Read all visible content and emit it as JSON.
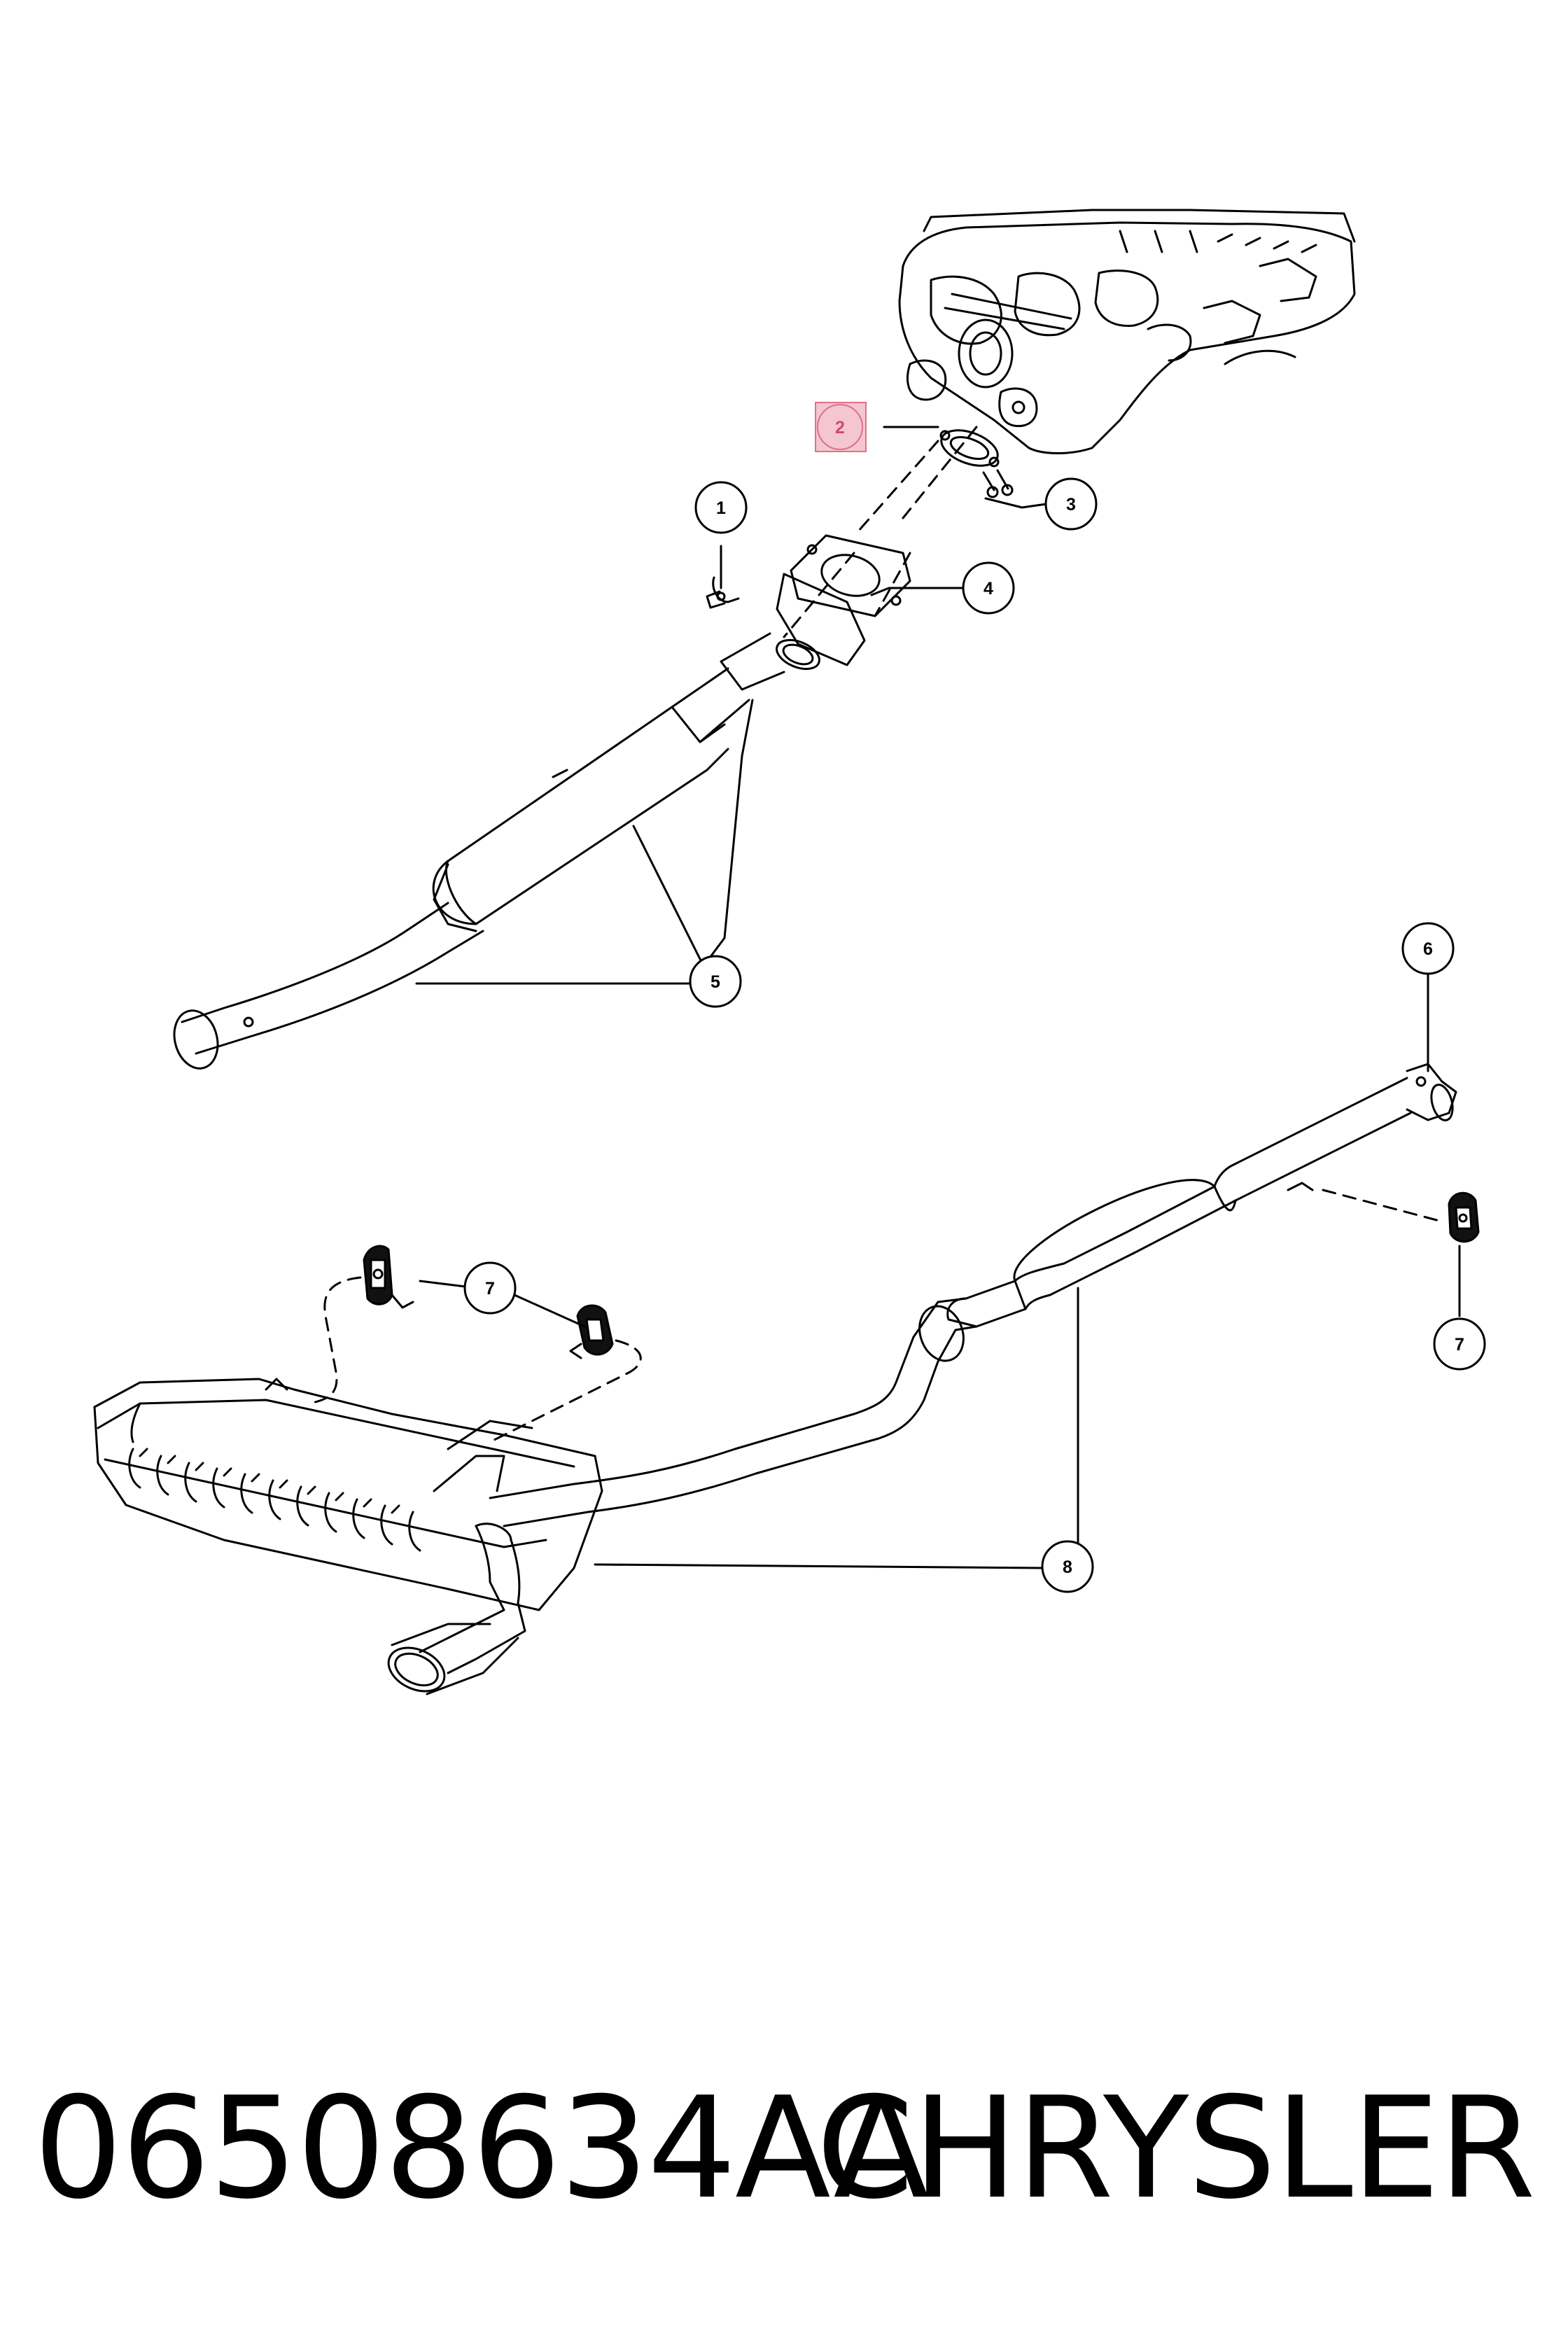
{
  "callouts": [
    {
      "id": "c1",
      "label": "1"
    },
    {
      "id": "c2",
      "label": "2",
      "highlighted": true
    },
    {
      "id": "c3",
      "label": "3"
    },
    {
      "id": "c4",
      "label": "4"
    },
    {
      "id": "c5",
      "label": "5"
    },
    {
      "id": "c6",
      "label": "6"
    },
    {
      "id": "c7a",
      "label": "7"
    },
    {
      "id": "c7b",
      "label": "7"
    },
    {
      "id": "c8",
      "label": "8"
    }
  ],
  "footer": {
    "part_number": "06508634AA",
    "brand": "CHRYSLER"
  },
  "colors": {
    "line": "#000000",
    "highlight_fill": "#f4c6cf",
    "highlight_border": "#e0708a"
  }
}
